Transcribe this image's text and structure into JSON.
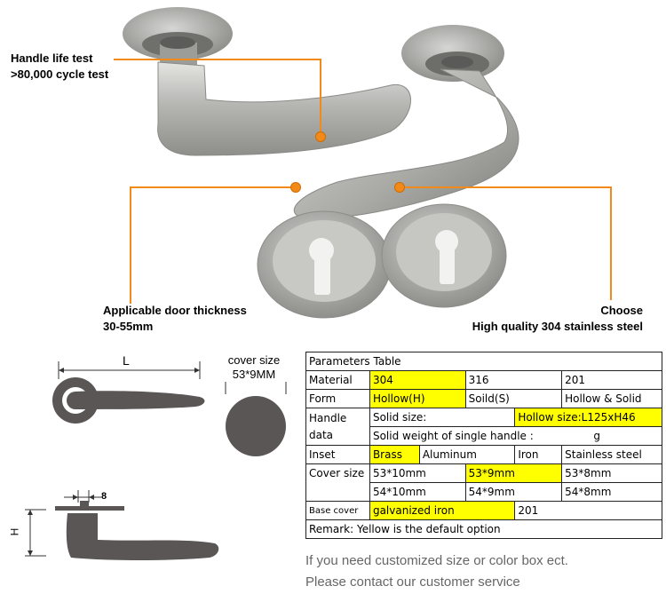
{
  "callouts": {
    "life_test_1": "Handle life test",
    "life_test_2": ">80,000 cycle test",
    "door_1": "Applicable door thickness",
    "door_2": "30-55mm",
    "material_1": "Choose",
    "material_2": "High quality 304 stainless steel"
  },
  "drawing": {
    "length_label": "L",
    "cover_size_1": "cover size",
    "cover_size_2": "53*9MM",
    "thickness_label": "8",
    "height_label": "H"
  },
  "table": {
    "title": "Parameters Table",
    "material": {
      "label": "Material",
      "opts": [
        "304",
        "316",
        "201"
      ]
    },
    "form": {
      "label": "Form",
      "opts": [
        "Hollow(H)",
        "Soild(S)",
        "Hollow & Solid"
      ]
    },
    "handle": {
      "label_1": "Handle",
      "label_2": "data",
      "solid_size": "Solid size:",
      "hollow_size": "Hollow size:L125xH46",
      "weight": "Solid weight of single handle :",
      "weight_unit": "g"
    },
    "inset": {
      "label": "Inset",
      "opts": [
        "Brass",
        "Aluminum",
        "Iron",
        "Stainless steel"
      ]
    },
    "cover": {
      "label": "Cover size",
      "row1": [
        "53*10mm",
        "53*9mm",
        "53*8mm"
      ],
      "row2": [
        "54*10mm",
        "54*9mm",
        "54*8mm"
      ]
    },
    "base": {
      "label": "Base cover",
      "opts": [
        "galvanized iron",
        "201"
      ]
    },
    "remark": "Remark: Yellow is the default option"
  },
  "footer": {
    "line1": "If you need customized size or color box ect.",
    "line2": "Please contact our customer service"
  },
  "colors": {
    "accent": "#f28a1a",
    "highlight": "#ffff00",
    "steel": "#b9b9b6",
    "drawing": "#5a5656"
  }
}
